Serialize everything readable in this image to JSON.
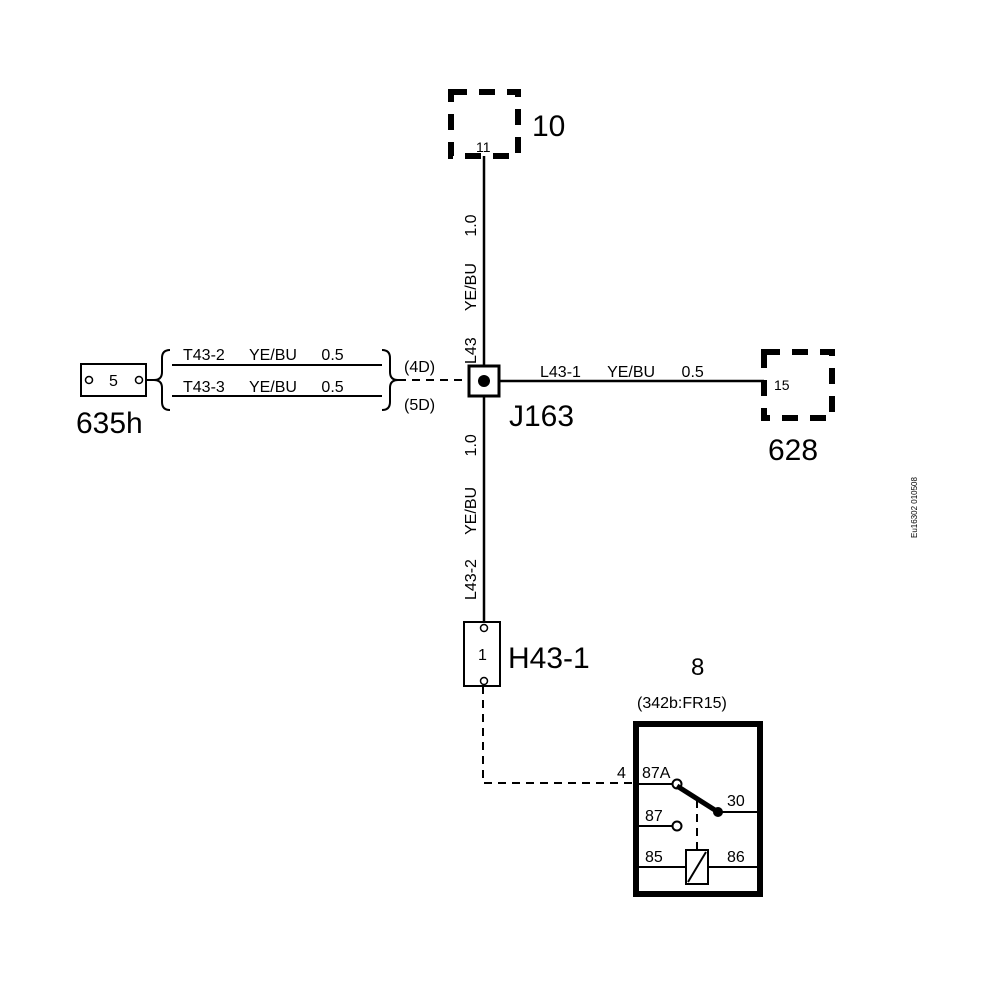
{
  "components": {
    "c10": {
      "id": "10",
      "pin": "11"
    },
    "c628": {
      "id": "628",
      "pin": "15"
    },
    "c635h": {
      "id": "635h",
      "pin": "5"
    },
    "c8": {
      "id": "8",
      "ref": "(342b:FR15)",
      "pin_in": "4",
      "terminals": {
        "t87a": "87A",
        "t87": "87",
        "t30": "30",
        "t85": "85",
        "t86": "86"
      }
    },
    "j163": {
      "id": "J163"
    },
    "h43_1": {
      "id": "H43-1",
      "pin": "1"
    }
  },
  "wires": {
    "l43": {
      "circuit": "L43",
      "color": "YE/BU",
      "size": "1.0"
    },
    "l43_2": {
      "circuit": "L43-2",
      "color": "YE/BU",
      "size": "1.0"
    },
    "l43_1": {
      "circuit": "L43-1",
      "color": "YE/BU",
      "size": "0.5"
    },
    "t43_2": {
      "circuit": "T43-2",
      "color": "YE/BU",
      "size": "0.5",
      "conn": "(4D)"
    },
    "t43_3": {
      "circuit": "T43-3",
      "color": "YE/BU",
      "size": "0.5",
      "conn": "(5D)"
    }
  },
  "figure_code": "Eu16302 010508"
}
